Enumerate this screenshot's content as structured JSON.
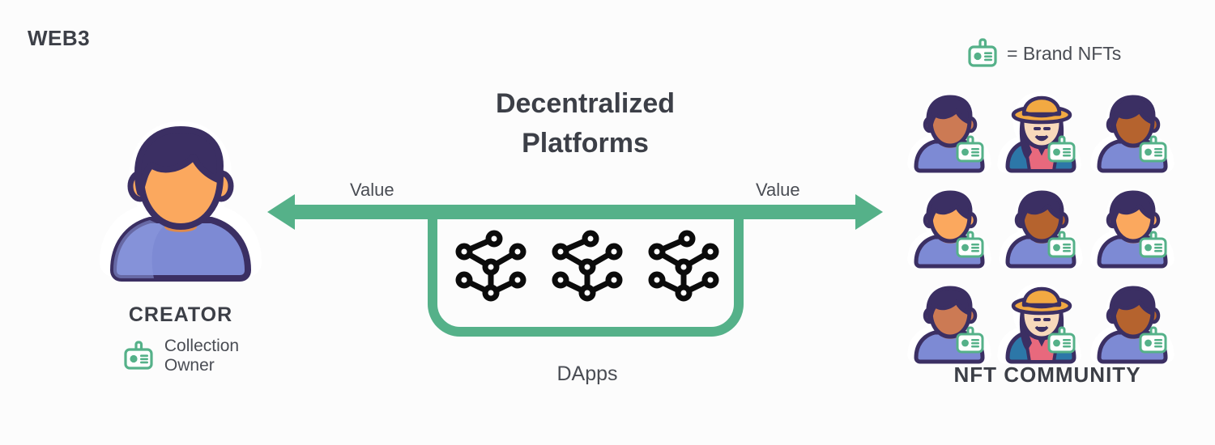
{
  "page": {
    "background": "#fcfcfc",
    "accent_green": "#55b189",
    "text_dark": "#3c3f47",
    "text_gray": "#4a4d54"
  },
  "header": {
    "title": "WEB3"
  },
  "creator": {
    "label": "CREATOR",
    "sub_line1": "Collection",
    "sub_line2": "Owner",
    "badge_icon": "id-badge-icon",
    "avatar_icon": "creator-avatar-icon"
  },
  "center": {
    "title_line1": "Decentralized",
    "title_line2": "Platforms",
    "value_left": "Value",
    "value_right": "Value",
    "dapps_label": "DApps",
    "node_count": 3,
    "arrow_icon": "double-headed-arrow-icon",
    "bracket_icon": "u-bracket-icon"
  },
  "legend": {
    "equals": "= Brand NFTs",
    "badge_icon": "id-badge-icon"
  },
  "community": {
    "label": "NFT COMMUNITY",
    "people": [
      {
        "name": "person-brown-male",
        "skin": "#cc7a54",
        "hat": false
      },
      {
        "name": "person-hat-female",
        "skin": "#f7d9bb",
        "hat": true
      },
      {
        "name": "person-dark-male",
        "skin": "#b5632e",
        "hat": false
      },
      {
        "name": "person-orange-male",
        "skin": "#fba85e",
        "hat": false
      },
      {
        "name": "person-dark-male",
        "skin": "#b5632e",
        "hat": false
      },
      {
        "name": "person-orange-male",
        "skin": "#fba85e",
        "hat": false
      },
      {
        "name": "person-brown-male",
        "skin": "#cc7a54",
        "hat": false
      },
      {
        "name": "person-hat-female",
        "skin": "#f7d9bb",
        "hat": true
      },
      {
        "name": "person-dark-male",
        "skin": "#b5632e",
        "hat": false
      }
    ]
  }
}
